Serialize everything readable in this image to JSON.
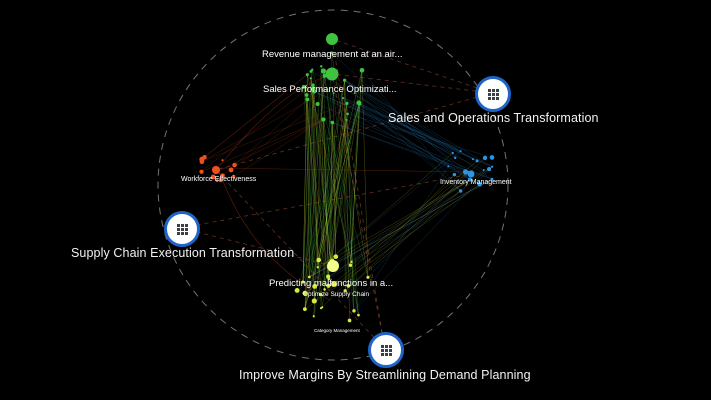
{
  "hubs": [
    {
      "label": "Sales and Operations Transformation"
    },
    {
      "label": "Supply Chain Execution Transformation"
    },
    {
      "label": "Improve Margins By Streamlining Demand Planning"
    }
  ],
  "clusters": {
    "green": {
      "color": "#3ec43e",
      "labels": [
        "Revenue management at an air...",
        "Sales Performance Optimizati..."
      ]
    },
    "orange": {
      "color": "#f0501e",
      "labels": [
        "Workforce Effectiveness"
      ]
    },
    "blue": {
      "color": "#2a96e6",
      "labels": [
        "Inventory Management"
      ]
    },
    "yellow": {
      "color": "#d8e83c",
      "labels": [
        "Predicting malfunctions in a...",
        "Optimize Supply Chain",
        "Category Management"
      ]
    }
  },
  "icons": {
    "hub": "grid-icon"
  }
}
